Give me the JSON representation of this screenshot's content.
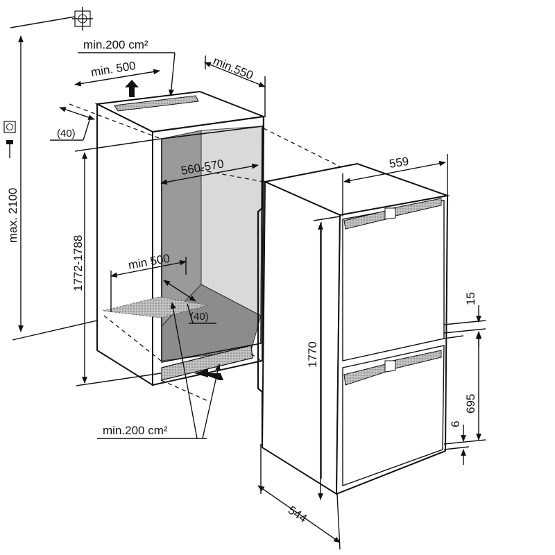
{
  "labels": {
    "top_vent": "min.200 cm²",
    "top_depth": "min. 500",
    "niche_depth": "min.550",
    "top_offset": "(40)",
    "max_height": "max. 2100",
    "niche_width": "560-570",
    "niche_height": "1772-1788",
    "bottom_depth": "min 500",
    "bottom_offset": "(40)",
    "bottom_vent": "min.200 cm²",
    "appliance_width": "559",
    "appliance_height": "1770",
    "door_gap": "15",
    "lower_door": "695",
    "bottom_gap": "6",
    "appliance_depth": "544"
  }
}
